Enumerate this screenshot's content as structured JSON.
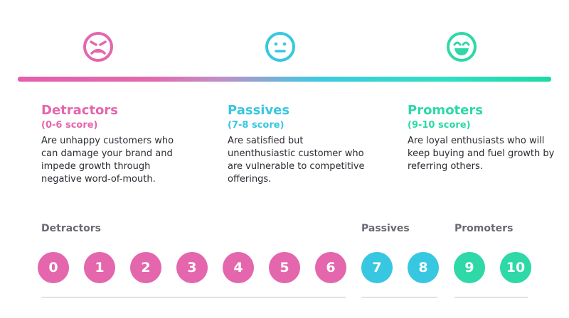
{
  "colors": {
    "detractor": "#e466ad",
    "passive": "#38c7e0",
    "promoter": "#2ed8a7"
  },
  "faces": [
    {
      "name": "angry-face-icon",
      "mood": "angry"
    },
    {
      "name": "neutral-face-icon",
      "mood": "neutral"
    },
    {
      "name": "happy-face-icon",
      "mood": "happy"
    }
  ],
  "segments": {
    "detractors": {
      "title": "Detractors",
      "range": "(0-6 score)",
      "description": "Are unhappy customers who can damage your brand and impede growth through negative word-of-mouth."
    },
    "passives": {
      "title": "Passives",
      "range": "(7-8 score)",
      "description": "Are satisfied but unenthusiastic customer who are vulnerable to competitive offerings."
    },
    "promoters": {
      "title": "Promoters",
      "range": "(9-10 score)",
      "description": "Are loyal enthusiasts who will keep buying and fuel growth by referring others."
    }
  },
  "scale": {
    "labels": {
      "detractors": "Detractors",
      "passives": "Passives",
      "promoters": "Promoters"
    },
    "scores": [
      "0",
      "1",
      "2",
      "3",
      "4",
      "5",
      "6",
      "7",
      "8",
      "9",
      "10"
    ]
  }
}
